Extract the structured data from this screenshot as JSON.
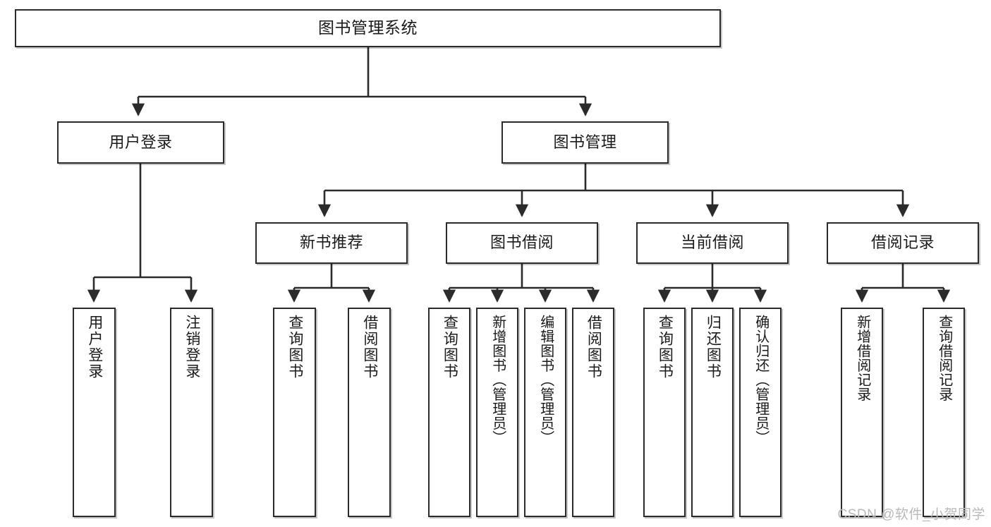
{
  "diagram": {
    "title": "图书管理系统",
    "type": "tree",
    "watermark": "CSDN @软件_小贺同学",
    "colors": {
      "node_border": "#2b2b2b",
      "node_fill": "#ffffff",
      "edge": "#2b2b2b",
      "text": "#1a1a1a",
      "watermark": "#b9b9b9"
    },
    "nodes": {
      "root": {
        "label": "图书管理系统"
      },
      "level1": [
        {
          "id": "user_login",
          "label": "用户登录"
        },
        {
          "id": "book_mgmt",
          "label": "图书管理"
        }
      ],
      "level2": [
        {
          "id": "new_book_rec",
          "label": "新书推荐"
        },
        {
          "id": "book_borrow",
          "label": "图书借阅"
        },
        {
          "id": "current_borrow",
          "label": "当前借阅"
        },
        {
          "id": "borrow_record",
          "label": "借阅记录"
        }
      ],
      "leaves": {
        "user_login": [
          {
            "id": "leaf_user_login",
            "label": "用户登录"
          },
          {
            "id": "leaf_logout",
            "label": "注销登录"
          }
        ],
        "new_book_rec": [
          {
            "id": "leaf_query_book_1",
            "label": "查询图书"
          },
          {
            "id": "leaf_borrow_book_1",
            "label": "借阅图书"
          }
        ],
        "book_borrow": [
          {
            "id": "leaf_query_book_2",
            "label": "查询图书"
          },
          {
            "id": "leaf_add_book",
            "label": "新增图书（管理员）"
          },
          {
            "id": "leaf_edit_book",
            "label": "编辑图书（管理员）"
          },
          {
            "id": "leaf_borrow_book_2",
            "label": "借阅图书"
          }
        ],
        "current_borrow": [
          {
            "id": "leaf_query_book_3",
            "label": "查询图书"
          },
          {
            "id": "leaf_return_book",
            "label": "归还图书"
          },
          {
            "id": "leaf_confirm_return",
            "label": "确认归还（管理员）"
          }
        ],
        "borrow_record": [
          {
            "id": "leaf_add_record",
            "label": "新增借阅记录"
          },
          {
            "id": "leaf_query_record",
            "label": "查询借阅记录"
          }
        ]
      }
    }
  }
}
